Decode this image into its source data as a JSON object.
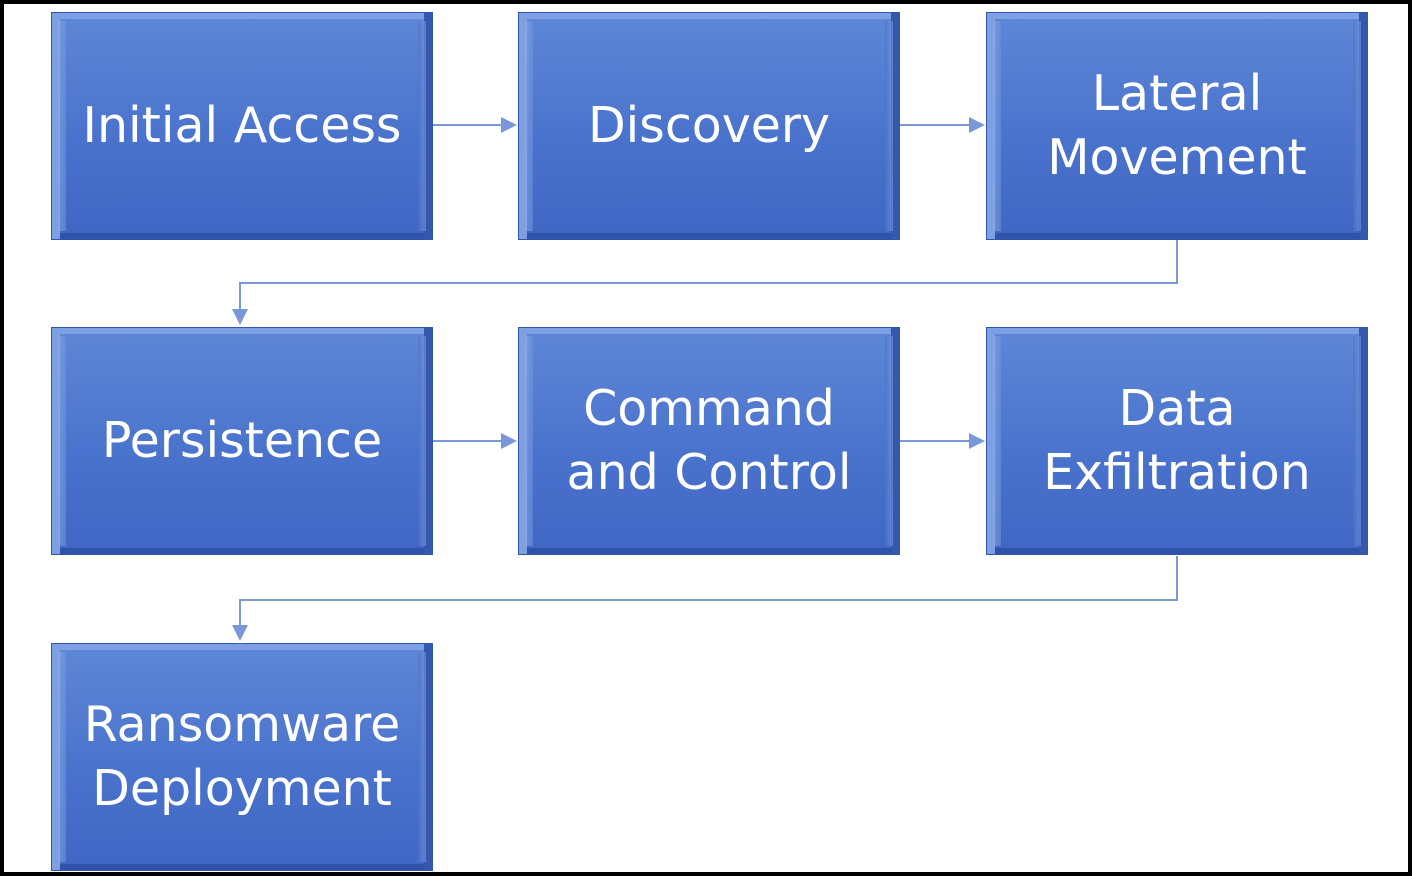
{
  "diagram": {
    "nodes": [
      {
        "id": "initial-access",
        "label": "Initial Access"
      },
      {
        "id": "discovery",
        "label": "Discovery"
      },
      {
        "id": "lateral-movement",
        "label": "Lateral\nMovement"
      },
      {
        "id": "persistence",
        "label": "Persistence"
      },
      {
        "id": "command-and-control",
        "label": "Command\nand Control"
      },
      {
        "id": "data-exfiltration",
        "label": "Data\nExfiltration"
      },
      {
        "id": "ransomware-deployment",
        "label": "Ransomware\nDeployment"
      }
    ],
    "edges": [
      {
        "from": "initial-access",
        "to": "discovery"
      },
      {
        "from": "discovery",
        "to": "lateral-movement"
      },
      {
        "from": "lateral-movement",
        "to": "persistence"
      },
      {
        "from": "persistence",
        "to": "command-and-control"
      },
      {
        "from": "command-and-control",
        "to": "data-exfiltration"
      },
      {
        "from": "data-exfiltration",
        "to": "ransomware-deployment"
      }
    ],
    "colors": {
      "box_fill": "#4a73cd",
      "box_border": "#2f56b0",
      "text": "#ffffff",
      "connector": "#7a98d8",
      "frame": "#000000"
    }
  }
}
